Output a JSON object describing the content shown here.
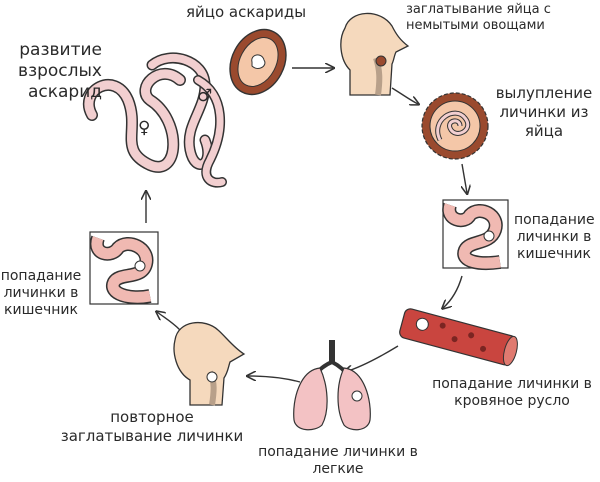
{
  "title_lines": [
    "развитие",
    "взрослых",
    "аскарид"
  ],
  "stages": {
    "egg": "яйцо аскариды",
    "swallow_egg": [
      "заглатывание яйца с",
      "немытыми овощами"
    ],
    "hatching": [
      "вылупление",
      "личинки из",
      "яйца"
    ],
    "intestine_right": [
      "попадание",
      "личинки в",
      "кишечник"
    ],
    "blood": [
      "попадание личинки в",
      "кровяное русло"
    ],
    "lungs": [
      "попадание личинки в",
      "легкие"
    ],
    "reswallow": [
      "повторное",
      "заглатывание личинки"
    ],
    "intestine_left": [
      "попадание",
      "личинки в",
      "кишечник"
    ]
  },
  "sex_symbols": {
    "female": "♀",
    "male": "♂"
  },
  "colors": {
    "skin": "#f5d9bd",
    "skin_dark": "#e8bf98",
    "worm": "#f2cfd0",
    "egg_shell": "#9a4a2e",
    "egg_inner": "#f4c7a8",
    "gut": "#f0b9b2",
    "blood_vessel": "#c9453f",
    "lung": "#f3c2c4",
    "outline": "#333333"
  }
}
